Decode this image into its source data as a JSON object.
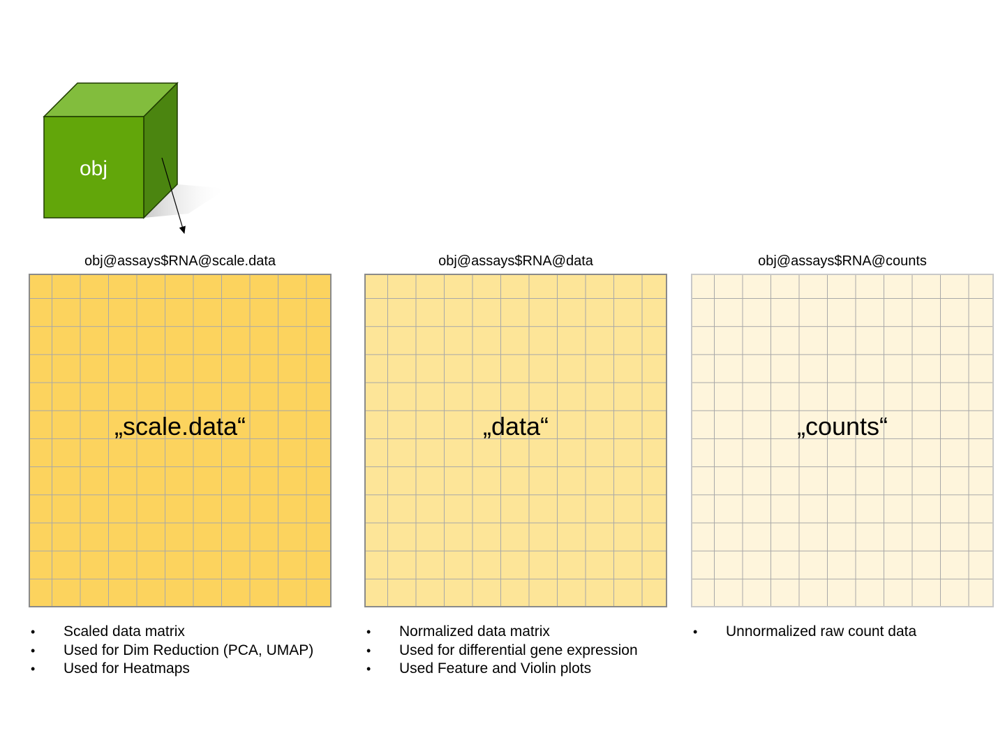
{
  "object": {
    "label": "obj",
    "colors": {
      "front": "#62a60a",
      "top": "#82bd3d",
      "side": "#4b8510"
    }
  },
  "panels": [
    {
      "path": "obj@assays$RNA@scale.data",
      "name": "„scale.data“",
      "fill": "#fcd35e",
      "bullets": [
        "Scaled data matrix",
        "Used for Dim Reduction (PCA, UMAP)",
        "Used for Heatmaps"
      ]
    },
    {
      "path": "obj@assays$RNA@data",
      "name": "„data“",
      "fill": "#fde598",
      "bullets": [
        "Normalized data matrix",
        "Used for differential gene expression",
        "Used Feature and Violin plots"
      ]
    },
    {
      "path": "obj@assays$RNA@counts",
      "name": "„counts“",
      "fill": "#fef5dc",
      "bullets": [
        "Unnormalized raw count data"
      ]
    }
  ]
}
